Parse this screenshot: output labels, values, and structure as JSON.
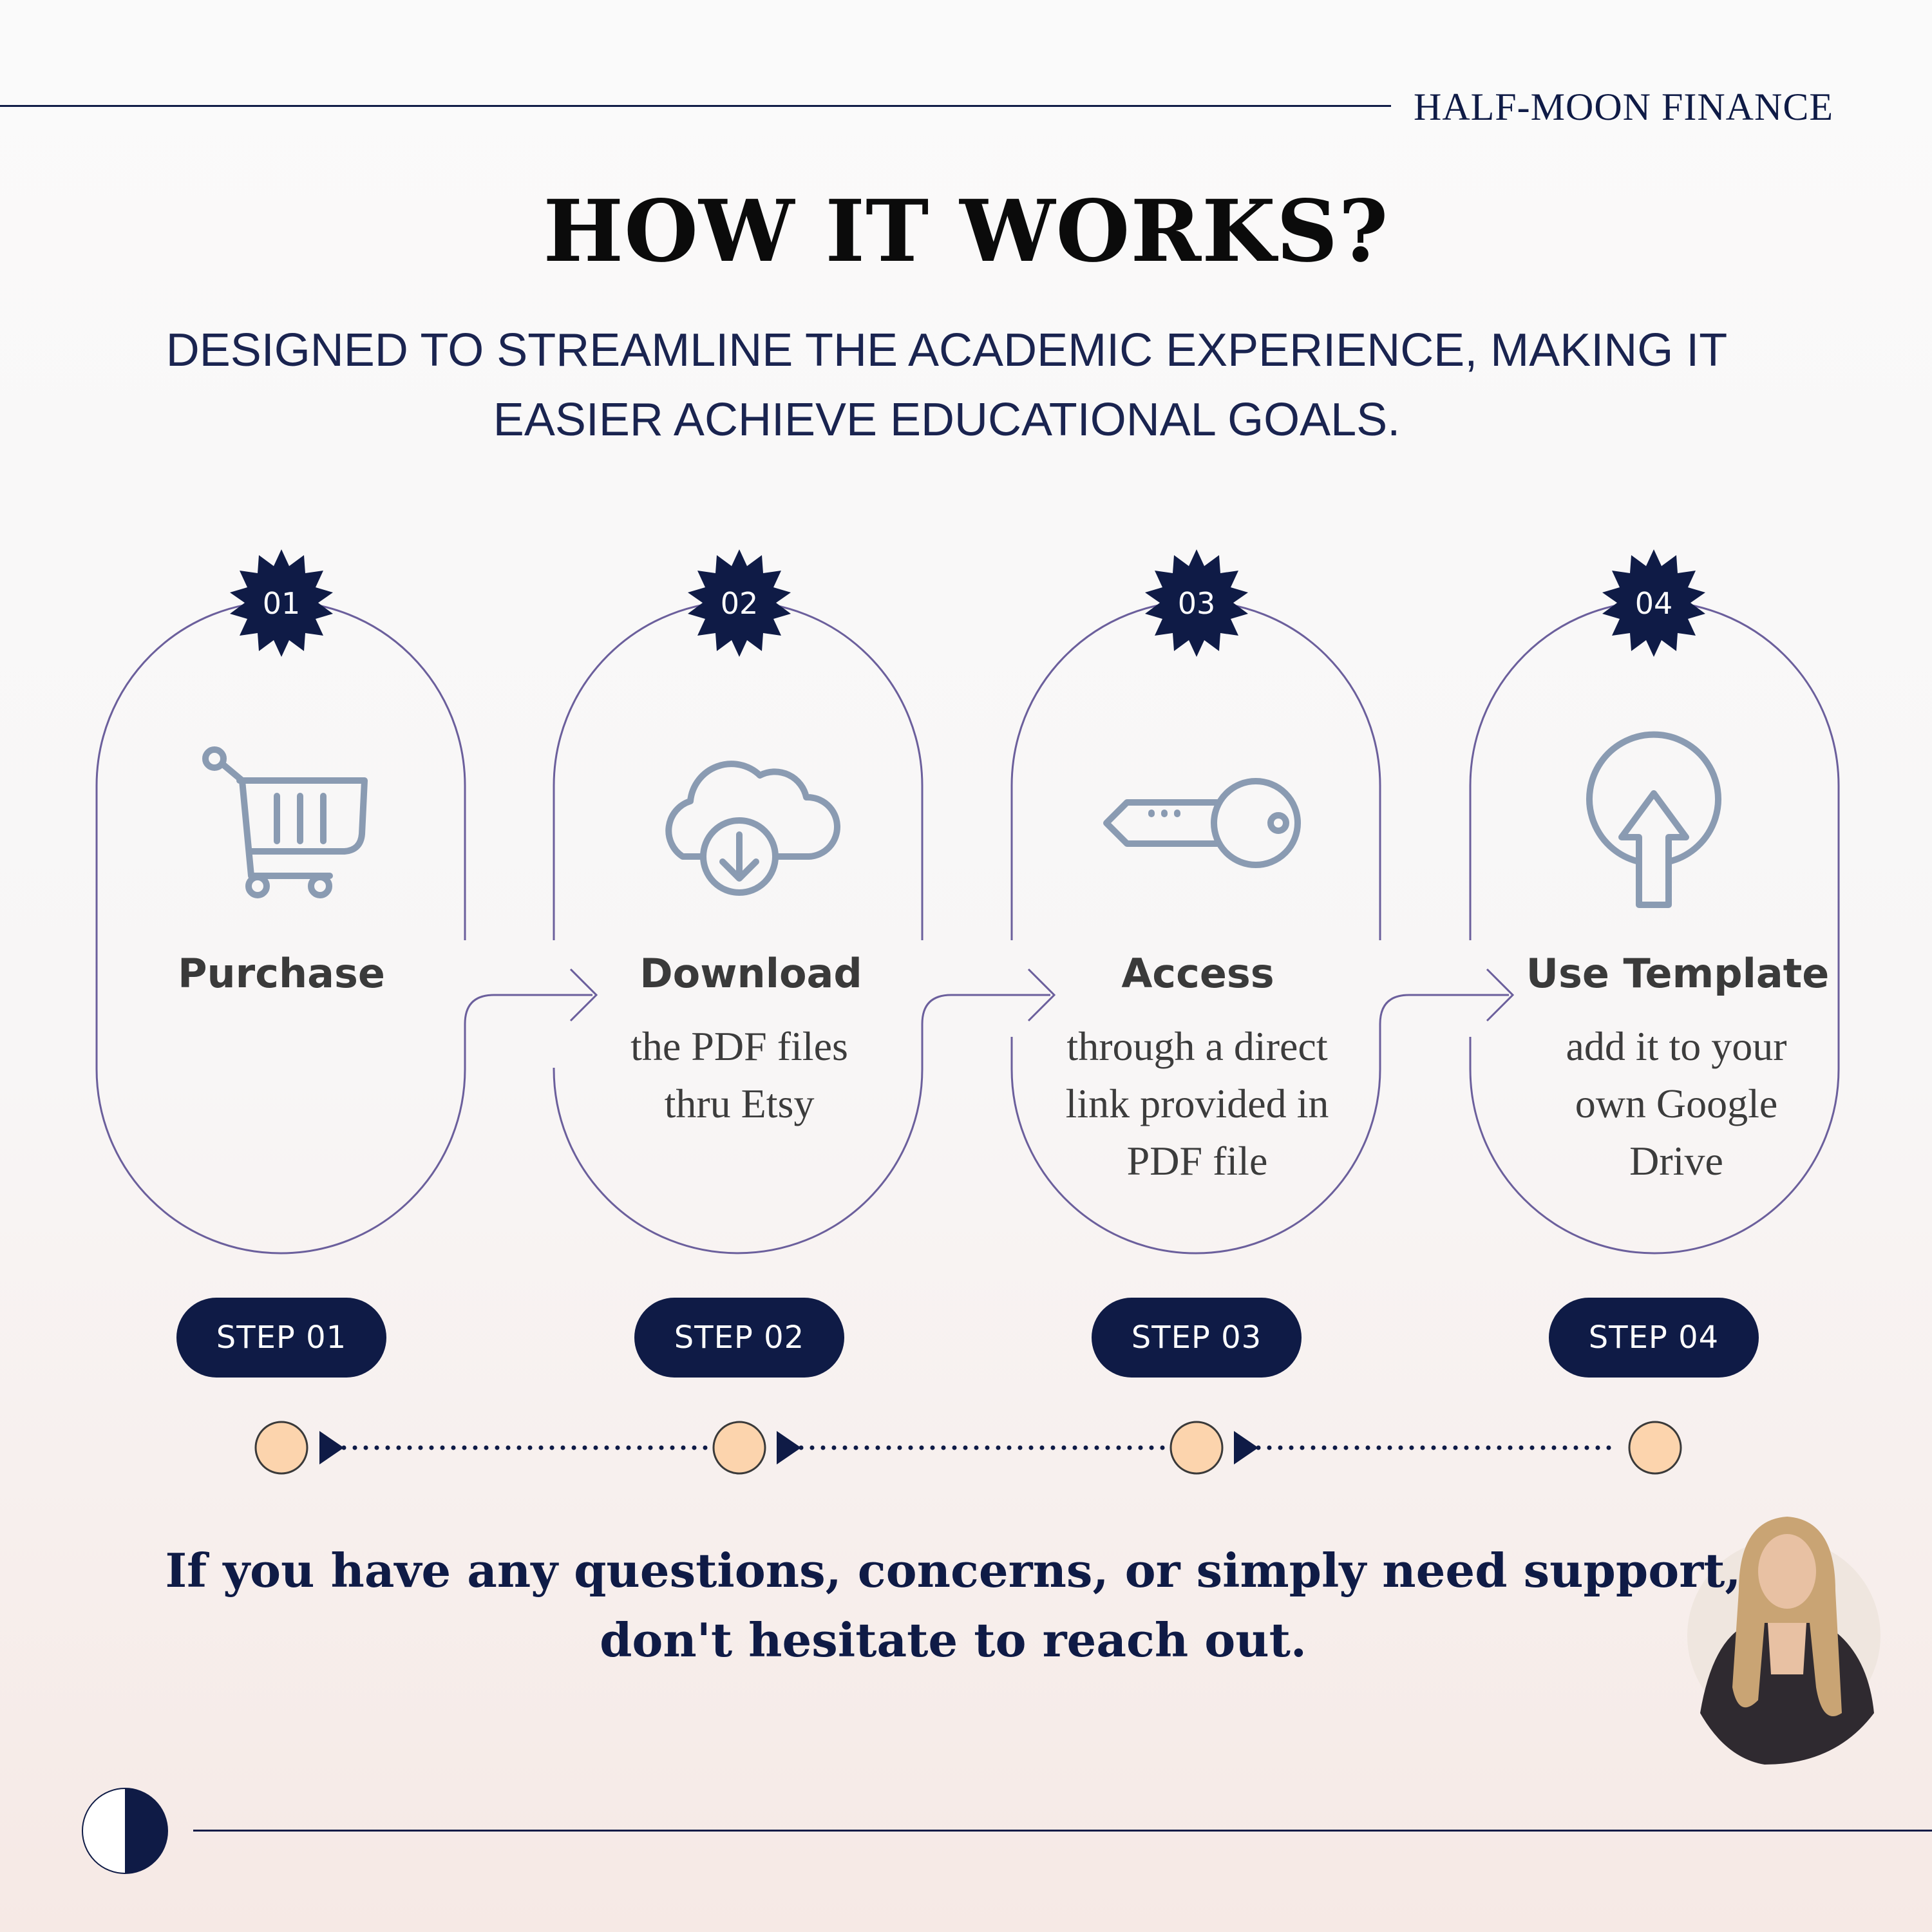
{
  "brand": "HALF-MOON FINANCE",
  "title": "HOW IT WORKS?",
  "subtitle_lines": [
    "DESIGNED TO STREAMLINE THE ACADEMIC EXPERIENCE, MAKING IT",
    "EASIER ACHIEVE EDUCATIONAL GOALS."
  ],
  "steps": [
    {
      "number": "01",
      "icon": "shopping-cart-icon",
      "title": "Purchase",
      "desc": [],
      "pill": "STEP 01"
    },
    {
      "number": "02",
      "icon": "cloud-download-icon",
      "title": "Download",
      "desc": [
        "the PDF files",
        "thru Etsy"
      ],
      "pill": "STEP 02"
    },
    {
      "number": "03",
      "icon": "key-icon",
      "title": "Access",
      "desc": [
        "through a direct",
        "link provided in",
        "PDF file"
      ],
      "pill": "STEP 03"
    },
    {
      "number": "04",
      "icon": "upload-arrow-icon",
      "title": "Use Template",
      "desc": [
        "add it to your",
        "own Google",
        "Drive"
      ],
      "pill": "STEP 04"
    }
  ],
  "closing_lines": [
    "If you have any questions, concerns, or simply need support,",
    "don't hesitate to reach out."
  ],
  "colors": {
    "navy": "#0f1b46",
    "outline_purple": "#6b5f9c",
    "icon_steel": "#8a9bb2",
    "timeline_dot": "#fcd4ad"
  }
}
